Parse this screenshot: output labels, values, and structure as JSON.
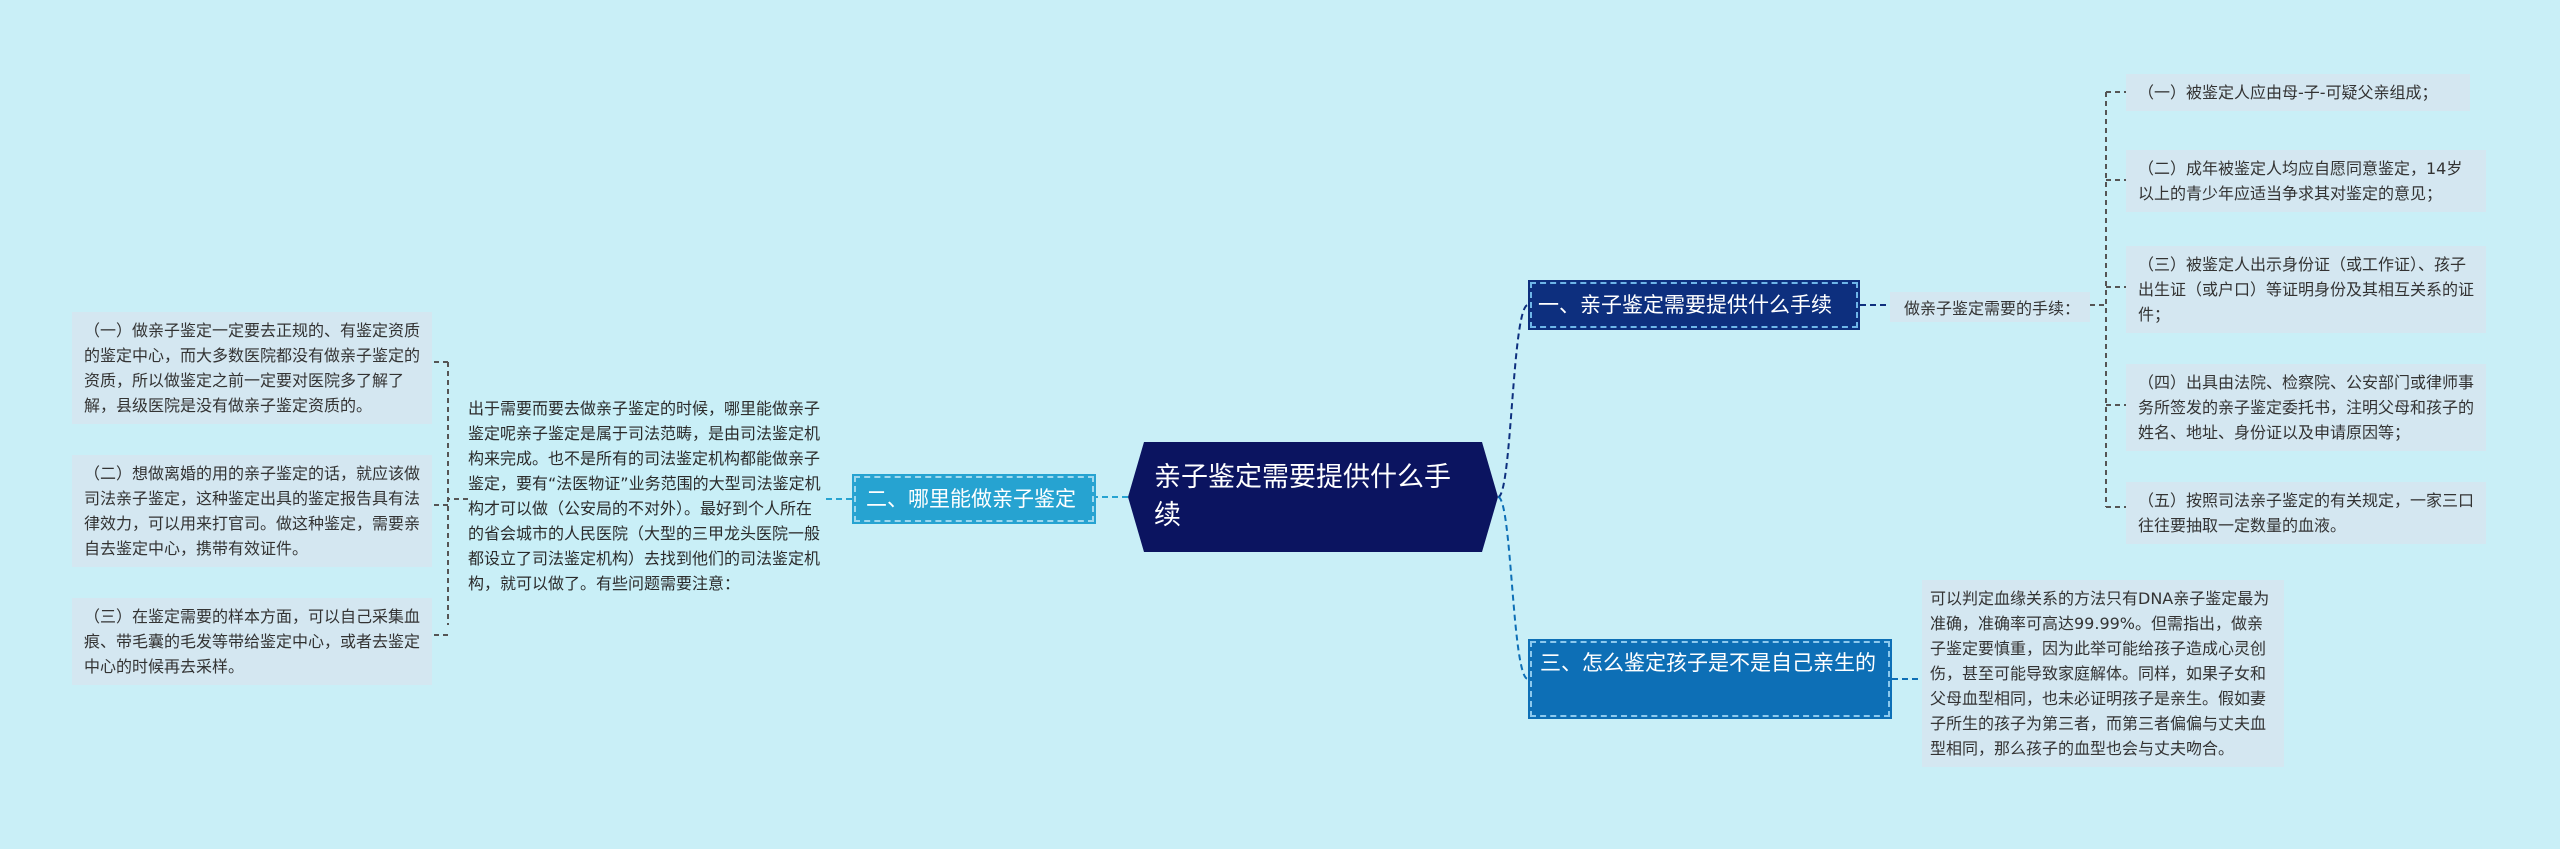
{
  "root": {
    "label": "亲子鉴定需要提供什么手续"
  },
  "branch1": {
    "label": "一、亲子鉴定需要提供什么手续",
    "sub": "做亲子鉴定需要的手续：",
    "items": [
      "（一）被鉴定人应由母-子-可疑父亲组成；",
      "（二）成年被鉴定人均应自愿同意鉴定，14岁以上的青少年应适当争求其对鉴定的意见；",
      "（三）被鉴定人出示身份证（或工作证）、孩子出生证（或户口）等证明身份及其相互关系的证件；",
      "（四）出具由法院、检察院、公安部门或律师事务所签发的亲子鉴定委托书，注明父母和孩子的姓名、地址、身份证以及申请原因等；",
      "（五）按照司法亲子鉴定的有关规定，一家三口往往要抽取一定数量的血液。"
    ]
  },
  "branch2": {
    "label": "二、哪里能做亲子鉴定",
    "sub": "出于需要而要去做亲子鉴定的时候，哪里能做亲子鉴定呢亲子鉴定是属于司法范畴，是由司法鉴定机构来完成。也不是所有的司法鉴定机构都能做亲子鉴定，要有“法医物证”业务范围的大型司法鉴定机构才可以做（公安局的不对外）。最好到个人所在的省会城市的人民医院（大型的三甲龙头医院一般都设立了司法鉴定机构）去找到他们的司法鉴定机构，就可以做了。有些问题需要注意：",
    "items": [
      "（一）做亲子鉴定一定要去正规的、有鉴定资质的鉴定中心，而大多数医院都没有做亲子鉴定的资质，所以做鉴定之前一定要对医院多了解了解，县级医院是没有做亲子鉴定资质的。",
      "（二）想做离婚的用的亲子鉴定的话，就应该做司法亲子鉴定，这种鉴定出具的鉴定报告具有法律效力，可以用来打官司。做这种鉴定，需要亲自去鉴定中心，携带有效证件。",
      "（三）在鉴定需要的样本方面，可以自己采集血痕、带毛囊的毛发等带给鉴定中心，或者去鉴定中心的时候再去采样。"
    ]
  },
  "branch3": {
    "label": "三、怎么鉴定孩子是不是自己亲生的",
    "sub": "可以判定血缘关系的方法只有DNA亲子鉴定最为准确，准确率可高达99.99%。但需指出，做亲子鉴定要慎重，因为此举可能给孩子造成心灵创伤，甚至可能导致家庭解体。同样，如果子女和父母血型相同，也未必证明孩子是亲生。假如妻子所生的孩子为第三者，而第三者偏偏与丈夫血型相同，那么孩子的血型也会与丈夫吻合。"
  },
  "colors": {
    "background": "#c9eff7",
    "root": "#0b1460",
    "branch1": "#0d2f7e",
    "branch2": "#26a3d1",
    "branch3": "#0d6fb6",
    "leaf": "#d4e7f1"
  }
}
